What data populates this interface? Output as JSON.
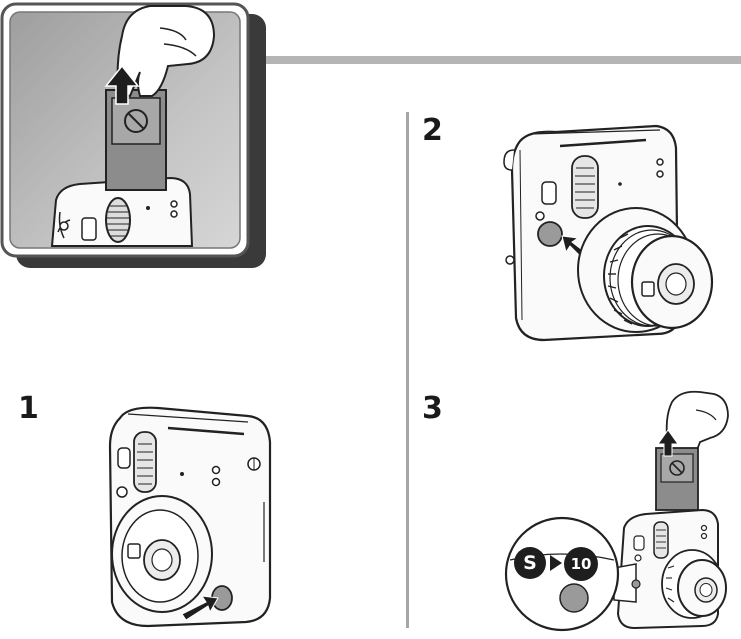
{
  "steps": [
    {
      "number": "1"
    },
    {
      "number": "2"
    },
    {
      "number": "3"
    }
  ],
  "colors": {
    "panel_bg": "#b8b8b8",
    "panel_border": "#595959",
    "header_bar": "#b5b5b5",
    "divider": "#a6a6a6",
    "line_art": "#222222",
    "film_pack": "#8c8c8c",
    "button_gray": "#9a9a9a",
    "arrow_dark": "#1e1e1e"
  },
  "icons": {
    "no_symbol": "prohibited-icon",
    "shutter_mode_from": "S-icon",
    "shutter_mode_to": "10-icon"
  },
  "mode_indicator": {
    "from_label": "S",
    "to_label": "10"
  }
}
